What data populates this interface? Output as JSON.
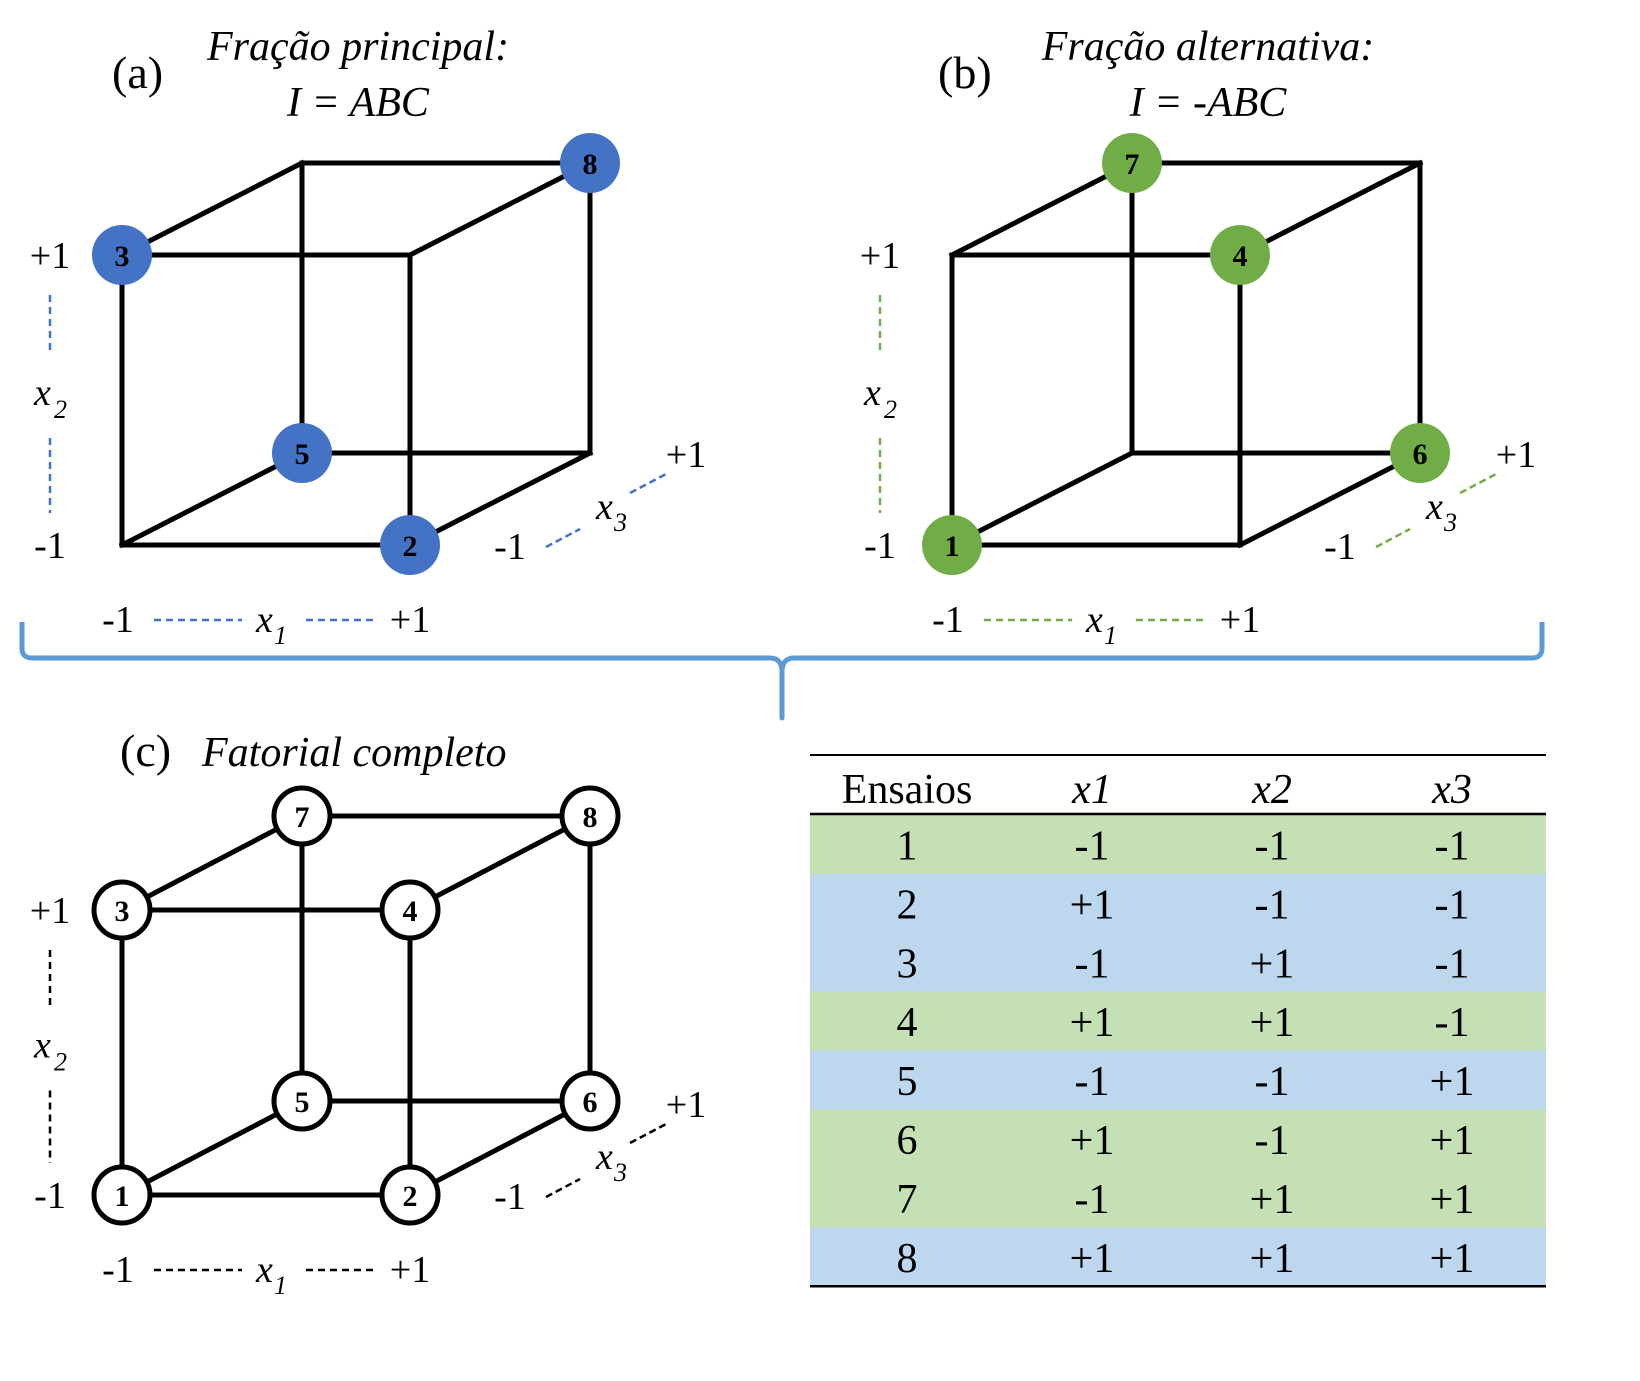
{
  "colors": {
    "principal": "#4472C4",
    "alternative": "#70AD47",
    "brace": "#5B9BD5",
    "row_green": "#C5E0B4",
    "row_blue": "#BDD7EE",
    "edge": "#000000",
    "full_axis": "#000000"
  },
  "panels": [
    {
      "id": "a",
      "letter": "(a)",
      "title_line1": "Fração principal:",
      "title_line2": "I = ABC",
      "highlighted_runs": [
        "3",
        "8",
        "5",
        "2"
      ],
      "node_style": "filled-blue",
      "axis_color_key": "principal"
    },
    {
      "id": "b",
      "letter": "(b)",
      "title_line1": "Fração alternativa:",
      "title_line2": "I = -ABC",
      "highlighted_runs": [
        "7",
        "4",
        "6",
        "1"
      ],
      "node_style": "filled-green",
      "axis_color_key": "alternative"
    },
    {
      "id": "c",
      "letter": "(c)",
      "title_line1": "Fatorial completo",
      "title_line2": "",
      "highlighted_runs": [
        "1",
        "2",
        "3",
        "4",
        "5",
        "6",
        "7",
        "8"
      ],
      "node_style": "outlined",
      "axis_color_key": "full_axis"
    }
  ],
  "axes": {
    "x1": {
      "name": "x",
      "sub": "1",
      "low": "-1",
      "high": "+1"
    },
    "x2": {
      "name": "x",
      "sub": "2",
      "low": "-1",
      "high": "+1"
    },
    "x3": {
      "name": "x",
      "sub": "3",
      "low": "-1",
      "high": "+1"
    }
  },
  "table": {
    "headers": [
      "Ensaios",
      "x1",
      "x2",
      "x3"
    ],
    "rows": [
      {
        "run": "1",
        "x1": "-1",
        "x2": "-1",
        "x3": "-1",
        "group": "green"
      },
      {
        "run": "2",
        "x1": "+1",
        "x2": "-1",
        "x3": "-1",
        "group": "blue"
      },
      {
        "run": "3",
        "x1": "-1",
        "x2": "+1",
        "x3": "-1",
        "group": "blue"
      },
      {
        "run": "4",
        "x1": "+1",
        "x2": "+1",
        "x3": "-1",
        "group": "green"
      },
      {
        "run": "5",
        "x1": "-1",
        "x2": "-1",
        "x3": "+1",
        "group": "blue"
      },
      {
        "run": "6",
        "x1": "+1",
        "x2": "-1",
        "x3": "+1",
        "group": "green"
      },
      {
        "run": "7",
        "x1": "-1",
        "x2": "+1",
        "x3": "+1",
        "group": "green"
      },
      {
        "run": "8",
        "x1": "+1",
        "x2": "+1",
        "x3": "+1",
        "group": "blue"
      }
    ]
  }
}
